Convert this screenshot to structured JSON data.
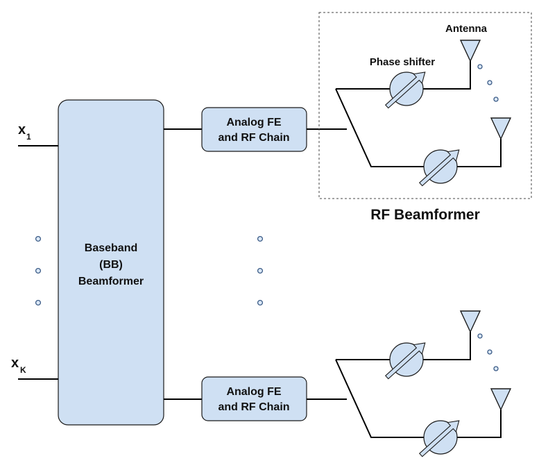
{
  "baseband": {
    "line1": "Baseband",
    "line2": "(BB)",
    "line3": "Beamformer"
  },
  "inputs": {
    "x1": "x",
    "x1_sub": "1",
    "xk": "x",
    "xk_sub": "K"
  },
  "chain_top": {
    "line1": "Analog FE",
    "line2": "and RF Chain"
  },
  "chain_bottom": {
    "line1": "Analog FE",
    "line2": "and RF Chain"
  },
  "labels": {
    "antenna": "Antenna",
    "phase_shifter": "Phase shifter",
    "rf_beamformer": "RF Beamformer"
  },
  "colors": {
    "block_fill": "#cfe0f3",
    "dot_fill": "#dbe8f7",
    "dot_stroke": "#3b5b86"
  },
  "icons": [
    "phase-shifter-icon",
    "antenna-icon",
    "ellipsis-dot"
  ]
}
